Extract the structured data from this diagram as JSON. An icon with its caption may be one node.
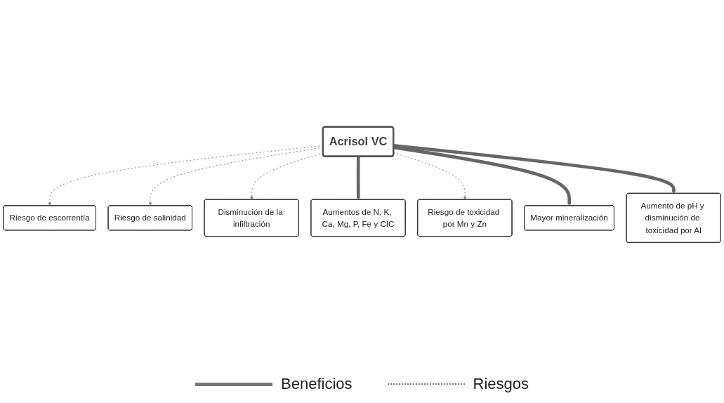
{
  "diagram": {
    "nodes": [
      {
        "text": [
          "Riesgo de escorrentía"
        ]
      },
      {
        "text": [
          "Riesgo de salinidad"
        ]
      },
      {
        "text": [
          "Disminución de la infiltración"
        ]
      },
      {
        "text": [
          "Aumentos de N, K, Ca, Mg, P, Fe y CIC"
        ]
      },
      {
        "text": [
          "Acrisol VC"
        ]
      },
      {
        "text": [
          "Riesgo de toxicidad por Mn y Zn"
        ]
      },
      {
        "text": [
          "Mayor mineralización"
        ]
      },
      {
        "text": [
          "Aumento de pH y disminución de toxicidad por Al"
        ]
      }
    ],
    "edges": [
      {
        "from": 4,
        "to": 0,
        "arrow": "to",
        "style": "dashed"
      },
      {
        "from": 4,
        "to": 1,
        "arrow": "to",
        "style": "dashed"
      },
      {
        "from": 4,
        "to": 2,
        "arrow": "to",
        "style": "dashed"
      },
      {
        "from": 4,
        "to": 3,
        "arrow": "to",
        "style": "thick"
      },
      {
        "from": 4,
        "to": 5,
        "arrow": "to",
        "style": "dashed"
      },
      {
        "from": 4,
        "to": 6,
        "arrow": "to",
        "style": "thick"
      },
      {
        "from": 4,
        "to": 7,
        "arrow": "to",
        "style": "thick"
      }
    ],
    "legend": [
      {
        "text": "Beneficios"
      },
      {
        "text": "Riesgos"
      }
    ]
  }
}
